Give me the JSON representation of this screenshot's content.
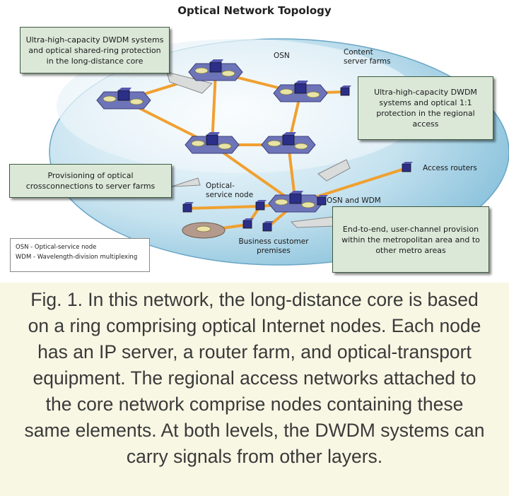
{
  "diagram": {
    "title": "Optical Network Topology",
    "callouts": {
      "core": "Ultra-high-capacity DWDM systems and optical shared-ring protection in the long-distance core",
      "regional": "Ultra-high-capacity DWDM systems and optical 1:1 protection in the regional access",
      "provisioning": "Provisioning of optical crossconnections to server farms",
      "endtoend": "End-to-end, user-channel provision within the metropolitan area and to other metro areas"
    },
    "labels": {
      "osn": "OSN",
      "content_server_farms": "Content server farms",
      "access_routers": "Access routers",
      "optical_service_node": "Optical-service node",
      "osn_and_wdm": "OSN and WDM",
      "business_customer_premises": "Business customer premises"
    },
    "legend": {
      "osn": "OSN - Optical-service node",
      "wdm": "WDM - Wavelength-division multiplexing"
    },
    "colors": {
      "link": "#f0a030",
      "node_platform": "#6e74b8",
      "node_box": "#2c2f88",
      "network_oval": "#a8d4e8",
      "callout_bg": "#dbe8d8"
    }
  },
  "caption": {
    "lines": [
      "Fig. 1. In this network, the long-distance core is based",
      "on a ring comprising optical Internet nodes. Each node",
      "has an IP server, a router farm, and optical-transport",
      "equipment. The regional access networks attached to",
      "the core network comprise nodes containing these",
      "same elements. At both levels, the DWDM systems can",
      "carry signals from other layers."
    ]
  }
}
